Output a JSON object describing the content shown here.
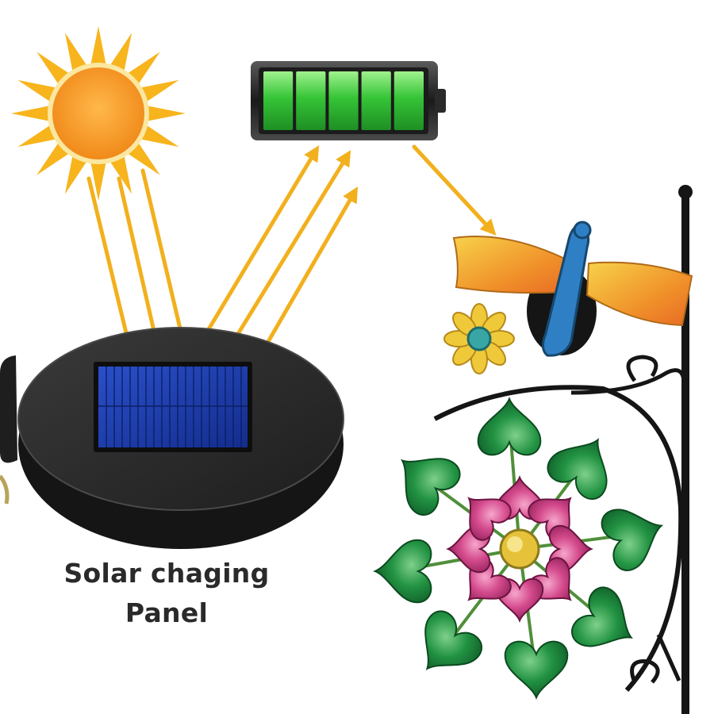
{
  "caption": {
    "line1": "Solar chaging",
    "line2": "Panel"
  },
  "battery": {
    "level": 1.0,
    "segments": 5
  },
  "colors": {
    "sun": "#f5b21c",
    "sun_core": "#f39a1e",
    "arrow": "#f2b01e",
    "battery_green": "#3cc63a",
    "panel_blue": "#1b3aa8",
    "housing": "#2b2b2b",
    "leaf": "#1f8f3e",
    "petal": "#d8508f",
    "wing": "#f29a2a",
    "dragonfly_body": "#2f7fc4",
    "stake": "#151515"
  },
  "icons": [
    "sun-icon",
    "battery-icon",
    "solar-panel-icon",
    "dragonfly-icon",
    "flower-icon"
  ]
}
